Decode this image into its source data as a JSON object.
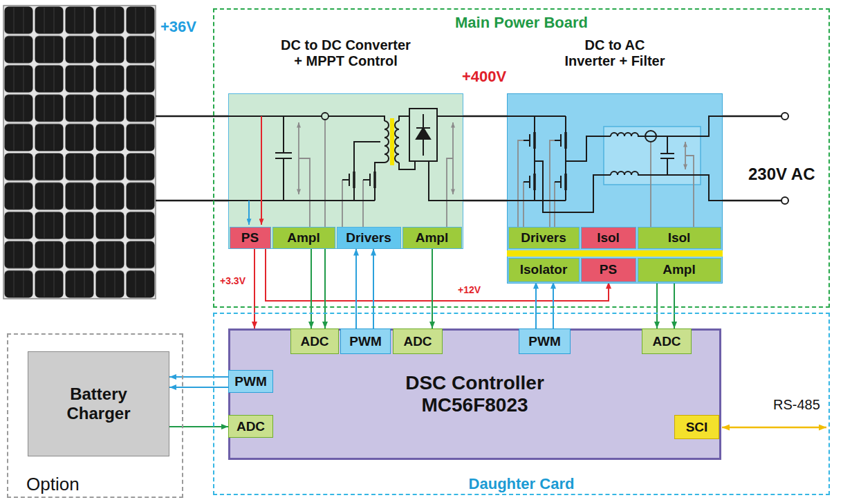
{
  "diagram": {
    "nodes": [
      {
        "text": [
          "Main Power Board"
        ]
      },
      {
        "text": [
          "DC to DC Converter + MPPT Control"
        ],
        "in": 0
      },
      {
        "text": [
          "PS"
        ],
        "in": 1
      },
      {
        "text": [
          "Ampl"
        ],
        "in": 1
      },
      {
        "text": [
          "Drivers"
        ],
        "in": 1
      },
      {
        "text": [
          "Ampl"
        ],
        "in": 1
      },
      {
        "text": [
          "DC to AC Inverter + Filter"
        ],
        "in": 0
      },
      {
        "text": [
          "Drivers"
        ],
        "in": 6
      },
      {
        "text": [
          "Isol"
        ],
        "in": 6
      },
      {
        "text": [
          "Isol"
        ],
        "in": 6
      },
      {
        "text": [
          "Isolator"
        ],
        "in": 6
      },
      {
        "text": [
          "PS"
        ],
        "in": 6
      },
      {
        "text": [
          "Ampl"
        ],
        "in": 6
      },
      {
        "text": [
          "Daughter Card"
        ]
      },
      {
        "text": [
          "DSC Controller MC56F8023"
        ],
        "in": 13
      },
      {
        "text": [
          "ADC"
        ],
        "in": 14
      },
      {
        "text": [
          "PWM"
        ],
        "in": 14
      },
      {
        "text": [
          "ADC"
        ],
        "in": 14
      },
      {
        "text": [
          "PWM"
        ],
        "in": 14
      },
      {
        "text": [
          "ADC"
        ],
        "in": 14
      },
      {
        "text": [
          "PWM"
        ],
        "in": 14
      },
      {
        "text": [
          "ADC"
        ],
        "in": 14
      },
      {
        "text": [
          "SCI"
        ],
        "in": 14
      },
      {
        "text": [
          "Option"
        ]
      },
      {
        "text": [
          "Battery Charger"
        ],
        "in": 23
      }
    ],
    "edges": [
      {
        "from": 1,
        "to": 6,
        "arrow": "none"
      },
      {
        "from": 1,
        "to": 6,
        "arrow": "none"
      },
      {
        "from": 2,
        "to": 14,
        "label": "+3.3V",
        "arrow": "to"
      },
      {
        "from": 2,
        "to": 11,
        "label": "+12V",
        "arrow": "to"
      },
      {
        "from": 3,
        "to": 15,
        "arrow": "to"
      },
      {
        "from": 3,
        "to": 15,
        "arrow": "to"
      },
      {
        "from": 16,
        "to": 4,
        "arrow": "to"
      },
      {
        "from": 16,
        "to": 4,
        "arrow": "to"
      },
      {
        "from": 5,
        "to": 17,
        "arrow": "to"
      },
      {
        "from": 18,
        "to": 10,
        "arrow": "to"
      },
      {
        "from": 18,
        "to": 10,
        "arrow": "to"
      },
      {
        "from": 12,
        "to": 19,
        "arrow": "to"
      },
      {
        "from": 12,
        "to": 19,
        "arrow": "to"
      },
      {
        "from": 20,
        "to": 24,
        "arrow": "to"
      },
      {
        "from": 20,
        "to": 24,
        "arrow": "to"
      },
      {
        "from": 24,
        "to": 21,
        "arrow": "to"
      }
    ],
    "labels": [
      "+36V",
      "+400V",
      "230V AC",
      "RS-485"
    ]
  }
}
